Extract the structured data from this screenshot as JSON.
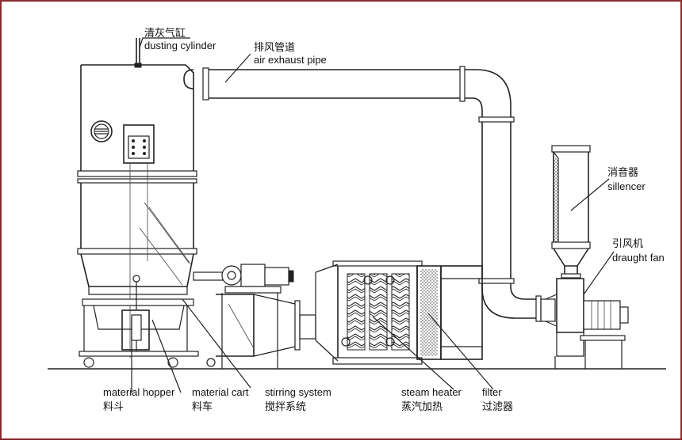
{
  "colors": {
    "frame": "#8b2b2b",
    "line": "#222222",
    "background": "#ffffff"
  },
  "labels": {
    "dusting_cylinder": {
      "zh": "清灰气缸",
      "en": "dusting cylinder"
    },
    "air_exhaust_pipe": {
      "zh": "排风管道",
      "en": "air exhaust pipe"
    },
    "silencer": {
      "zh": "消音器",
      "en": "sillencer"
    },
    "draught_fan": {
      "zh": "引风机",
      "en": "draught fan"
    },
    "material_hopper": {
      "en": "material hopper",
      "zh": "料斗"
    },
    "material_cart": {
      "en": "material cart",
      "zh": "料车"
    },
    "stirring_system": {
      "en": "stirring system",
      "zh": "搅拌系统"
    },
    "steam_heater": {
      "en": "steam heater",
      "zh": "蒸汽加热"
    },
    "filter": {
      "en": "filter",
      "zh": "过滤器"
    }
  }
}
